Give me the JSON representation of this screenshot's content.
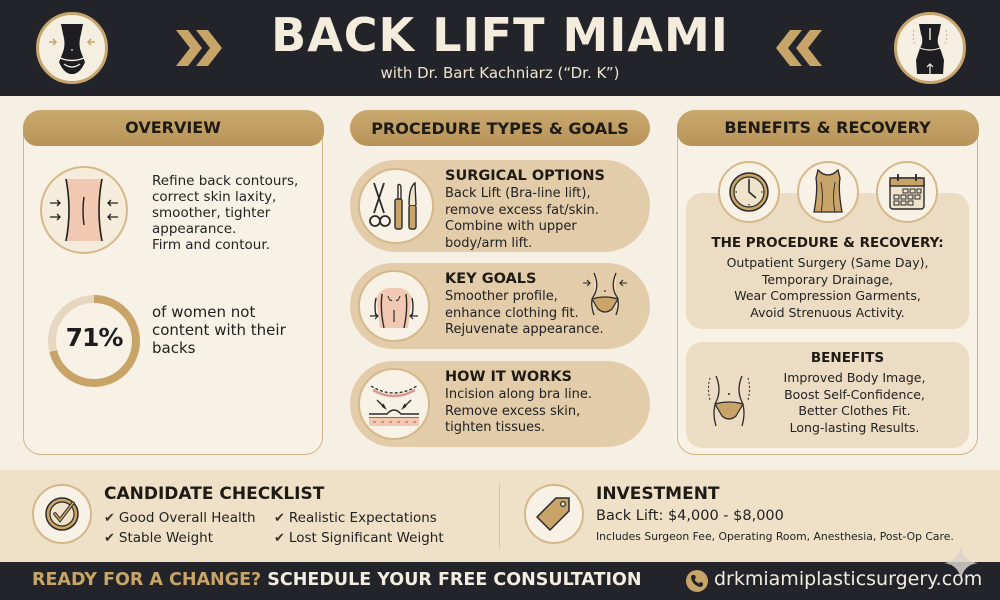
{
  "header": {
    "title": "BACK LIFT MIAMI",
    "subtitle": "with Dr. Bart Kachniarz (“Dr. K”)",
    "left_icon": "waist-contour-icon",
    "right_icon": "back-waist-icon",
    "left_chevron": "double-chevron-right-icon",
    "right_chevron": "double-chevron-left-icon"
  },
  "overview": {
    "heading": "OVERVIEW",
    "icon": "back-contour-icon",
    "description_lines": [
      "Refine back contours,",
      "correct skin laxity,",
      "smoother, tighter",
      "appearance.",
      "Firm and contour."
    ],
    "stat": {
      "value": "71%",
      "percent": 71,
      "text_lines": [
        "of women not",
        "content with their",
        "backs"
      ]
    }
  },
  "procedure": {
    "heading": "PROCEDURE TYPES & GOALS",
    "items": [
      {
        "title": "SURGICAL OPTIONS",
        "icon": "surgical-tools-icon",
        "lines": [
          "Back Lift (Bra-line lift),",
          "remove excess fat/skin.",
          "Combine with upper",
          "body/arm lift."
        ]
      },
      {
        "title": "KEY GOALS",
        "icon": "back-torso-icon",
        "extra_icon": "waist-icon",
        "lines": [
          "Smoother profile,",
          "enhance clothing fit.",
          "Rejuvenate appearance."
        ]
      },
      {
        "title": "HOW IT WORKS",
        "icon": "skin-incision-icon",
        "lines": [
          "Incision along bra line.",
          "Remove excess skin,",
          "tighten tissues."
        ]
      }
    ]
  },
  "benefits": {
    "heading": "BENEFITS & RECOVERY",
    "icons": [
      "clock-icon",
      "compression-garment-icon",
      "calendar-icon"
    ],
    "recovery": {
      "title": "THE PROCEDURE & RECOVERY:",
      "lines": [
        "Outpatient Surgery (Same Day),",
        "Temporary Drainage,",
        "Wear Compression Garments,",
        "Avoid Strenuous Activity."
      ]
    },
    "benefits_box": {
      "title": "BENEFITS",
      "icon": "slim-waist-icon",
      "lines": [
        "Improved Body Image,",
        "Boost Self-Confidence,",
        "Better Clothes Fit.",
        "Long-lasting Results."
      ]
    }
  },
  "checklist": {
    "title": "CANDIDATE CHECKLIST",
    "icon": "checkmark-circle-icon",
    "items": [
      "Good Overall Health",
      "Realistic Expectations",
      "Stable Weight",
      "Lost Significant Weight"
    ]
  },
  "investment": {
    "title": "INVESTMENT",
    "icon": "price-tag-icon",
    "price": "Back Lift: $4,000 - $8,000",
    "note": "Includes Surgeon Fee, Operating Room, Anesthesia, Post-Op Care."
  },
  "footer": {
    "cta_gold": "READY FOR A CHANGE?",
    "cta_white": "SCHEDULE YOUR FREE CONSULTATION",
    "phone_icon": "phone-icon",
    "website": "drkmiamiplasticsurgery.com"
  },
  "colors": {
    "dark": "#22242a",
    "gold": "#c7a467",
    "cream": "#f6f0e4",
    "tan": "#e3ccaa",
    "band": "#efe0c8"
  }
}
